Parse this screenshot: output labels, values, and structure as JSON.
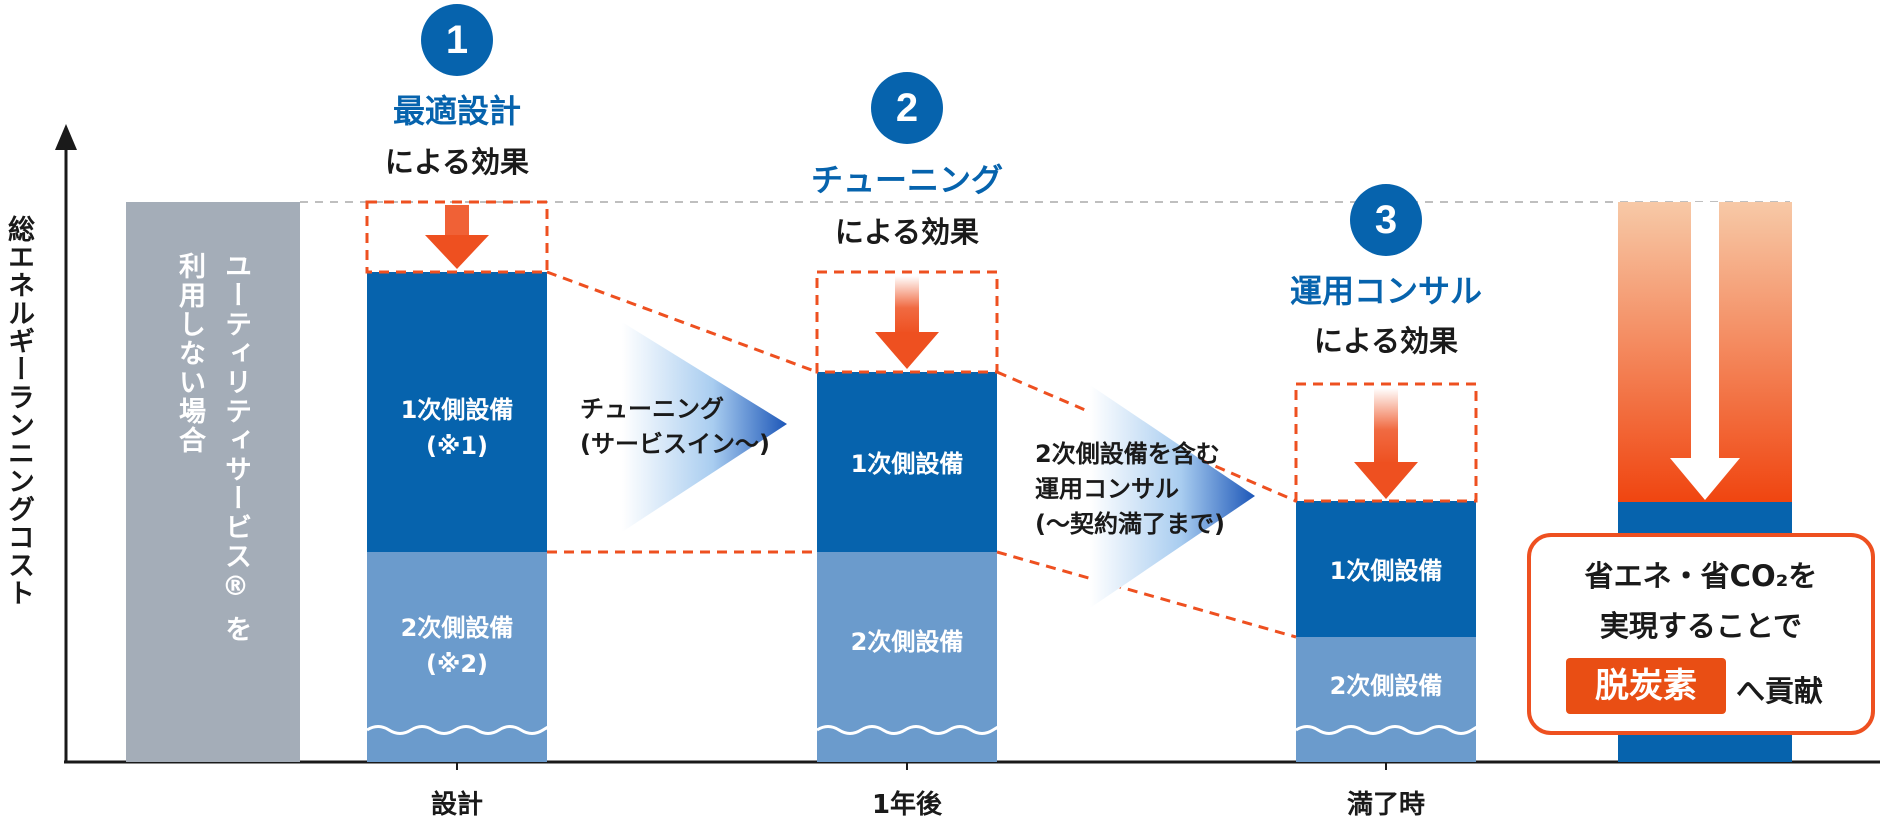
{
  "yaxis_label": "総エネルギーランニングコスト",
  "baseline_bar": {
    "label_col1": "ユーティリティサービス® を",
    "label_col2": "利用しない場合",
    "color": "#a4adb8"
  },
  "steps": [
    {
      "number": "1",
      "title": "最適設計",
      "subtitle": "による効果"
    },
    {
      "number": "2",
      "title": "チューニング",
      "subtitle": "による効果"
    },
    {
      "number": "3",
      "title": "運用コンサル",
      "subtitle": "による効果"
    }
  ],
  "bars": [
    {
      "primary_label_1": "1次側設備",
      "primary_label_2": "(※1)",
      "secondary_label_1": "2次側設備",
      "secondary_label_2": "(※2)"
    },
    {
      "primary_label": "1次側設備",
      "secondary_label": "2次側設備"
    },
    {
      "primary_label": "1次側設備",
      "secondary_label": "2次側設備"
    }
  ],
  "transitions": [
    {
      "line1": "チューニング",
      "line2": "(サービスイン〜)"
    },
    {
      "line1": "2次側設備を含む",
      "line2": "運用コンサル",
      "line3": "(〜契約満了まで)"
    }
  ],
  "x_ticks": [
    "設計",
    "1年後",
    "満了時"
  ],
  "callout": {
    "line1": "省エネ・省CO₂を",
    "line2": "実現することで",
    "highlight": "脱炭素",
    "line3": "へ貢献"
  },
  "colors": {
    "primary": "#0663ad",
    "secondary": "#6b9bcc",
    "accent": "#ee5020",
    "baseline": "#a4adb8"
  }
}
